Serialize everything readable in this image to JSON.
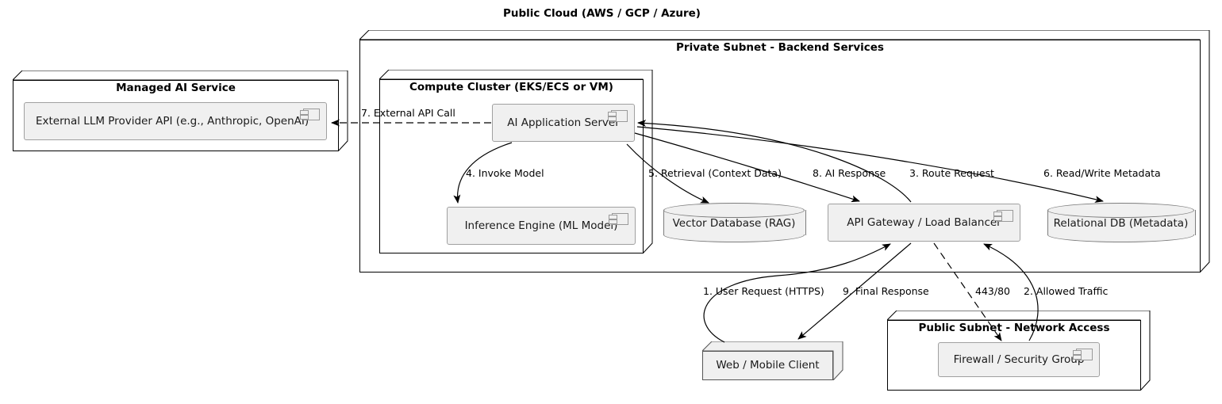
{
  "diagram": {
    "title": "Public Cloud (AWS / GCP / Azure)",
    "type": "uml-deployment-diagram"
  },
  "nodes": {
    "managed_ai_service": {
      "title": "Managed AI Service",
      "component": "External LLM Provider API (e.g., Anthropic, OpenAI)",
      "component_icon": "uml-component-icon"
    },
    "private_subnet": {
      "title": "Private Subnet - Backend Services"
    },
    "compute_cluster": {
      "title": "Compute Cluster (EKS/ECS or VM)",
      "components": [
        {
          "label": "AI Application Server",
          "icon": "uml-component-icon"
        },
        {
          "label": "Inference Engine (ML Model)",
          "icon": "uml-component-icon"
        }
      ]
    },
    "vector_database": {
      "label": "Vector Database (RAG)",
      "shape": "database-cylinder"
    },
    "api_gateway": {
      "label": "API Gateway / Load Balancer",
      "icon": "uml-component-icon"
    },
    "relational_db": {
      "label": "Relational DB (Metadata)",
      "shape": "database-cylinder"
    },
    "web_mobile_client": {
      "label": "Web / Mobile Client"
    },
    "public_subnet": {
      "title": "Public Subnet - Network Access",
      "component": "Firewall / Security Group",
      "component_icon": "uml-component-icon"
    }
  },
  "edges": [
    {
      "id": "e1",
      "label": "1. User Request (HTTPS)",
      "from": "web_mobile_client",
      "to": "api_gateway",
      "style": "solid"
    },
    {
      "id": "e2",
      "label": "2. Allowed Traffic",
      "from": "firewall",
      "to": "api_gateway",
      "style": "solid"
    },
    {
      "id": "e3",
      "label": "3. Route Request",
      "from": "api_gateway",
      "to": "ai_application_server",
      "style": "solid"
    },
    {
      "id": "e4",
      "label": "4. Invoke Model",
      "from": "ai_application_server",
      "to": "inference_engine",
      "style": "solid"
    },
    {
      "id": "e5",
      "label": "5. Retrieval (Context Data)",
      "from": "ai_application_server",
      "to": "vector_database",
      "style": "solid"
    },
    {
      "id": "e6",
      "label": "6. Read/Write Metadata",
      "from": "ai_application_server",
      "to": "relational_db",
      "style": "solid"
    },
    {
      "id": "e7",
      "label": "7. External API Call",
      "from": "ai_application_server",
      "to": "external_llm_provider_api",
      "style": "dashed"
    },
    {
      "id": "e8",
      "label": "8. AI Response",
      "from": "ai_application_server",
      "to": "api_gateway",
      "style": "solid"
    },
    {
      "id": "e9",
      "label": "9. Final Response",
      "from": "api_gateway",
      "to": "web_mobile_client",
      "style": "solid"
    },
    {
      "id": "e10",
      "label": "443/80",
      "from": "api_gateway",
      "to": "firewall",
      "style": "dashed"
    }
  ],
  "colors": {
    "component_fill": "#f0f0f0",
    "component_stroke": "#a0a0a0",
    "node_stroke": "#000000",
    "background": "#ffffff",
    "text": "#1a1a1a"
  }
}
